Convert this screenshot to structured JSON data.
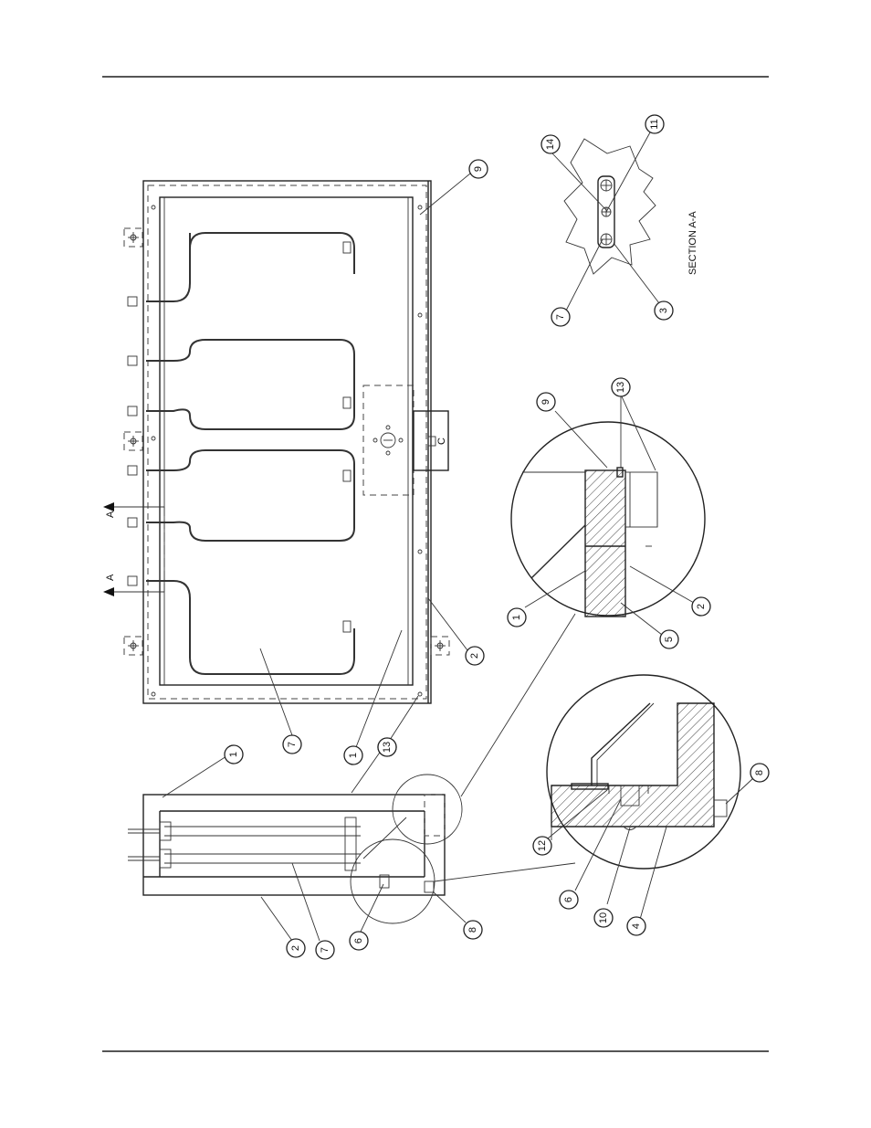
{
  "drawing": {
    "section_title": "SECTION A-A",
    "section_marker": "A",
    "nameplate_marker": "C",
    "callouts": {
      "top_view": [
        "9",
        "7",
        "1",
        "13",
        "2"
      ],
      "side_view": [
        "1",
        "13",
        "2",
        "7",
        "6",
        "8"
      ],
      "detail_upper": [
        "9",
        "13",
        "1",
        "2",
        "5"
      ],
      "detail_lower": [
        "8",
        "12",
        "6",
        "10",
        "4"
      ],
      "section_aa": [
        "14",
        "11",
        "7",
        "3"
      ]
    }
  }
}
